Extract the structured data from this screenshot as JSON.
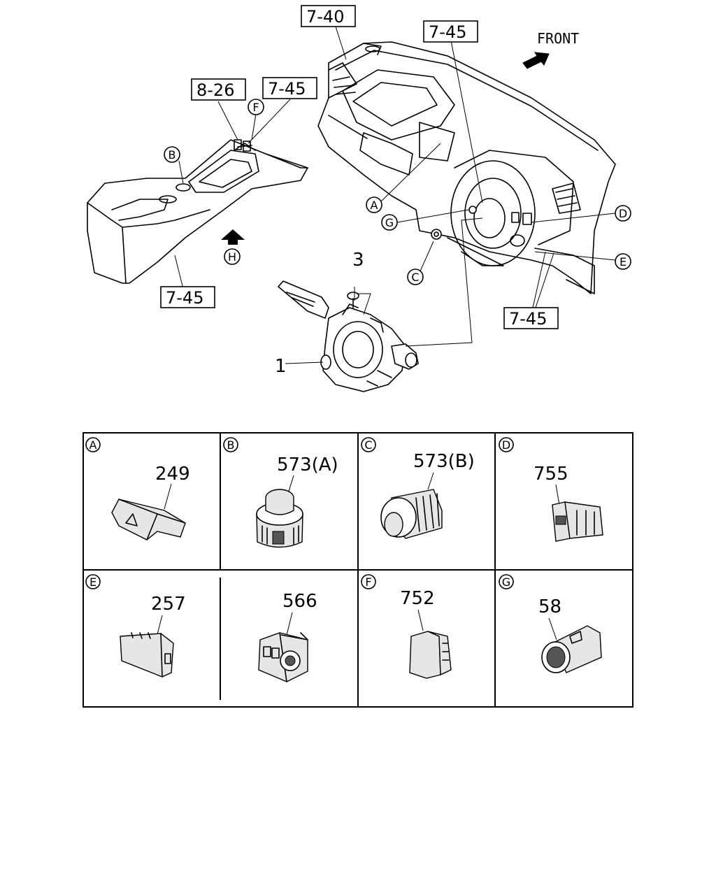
{
  "refs": {
    "r740": "7-40",
    "r745_top": "7-45",
    "r826": "8-26",
    "r745_console": "7-45",
    "r745_bottom_left": "7-45",
    "r745_bottom_right": "7-45"
  },
  "front_label": "FRONT",
  "callouts": {
    "A": "A",
    "B": "B",
    "C": "C",
    "D": "D",
    "E": "E",
    "F": "F",
    "G": "G",
    "H": "H"
  },
  "parts": {
    "p1": "1",
    "p3": "3"
  },
  "grid": {
    "cells": [
      {
        "letter": "A",
        "part": "249"
      },
      {
        "letter": "B",
        "part": "573(A)"
      },
      {
        "letter": "C",
        "part": "573(B)"
      },
      {
        "letter": "D",
        "part": "755"
      },
      {
        "letter": "E",
        "part": "257"
      },
      {
        "letter": "",
        "part": "566"
      },
      {
        "letter": "F",
        "part": "752"
      },
      {
        "letter": "G",
        "part": "58"
      }
    ]
  }
}
